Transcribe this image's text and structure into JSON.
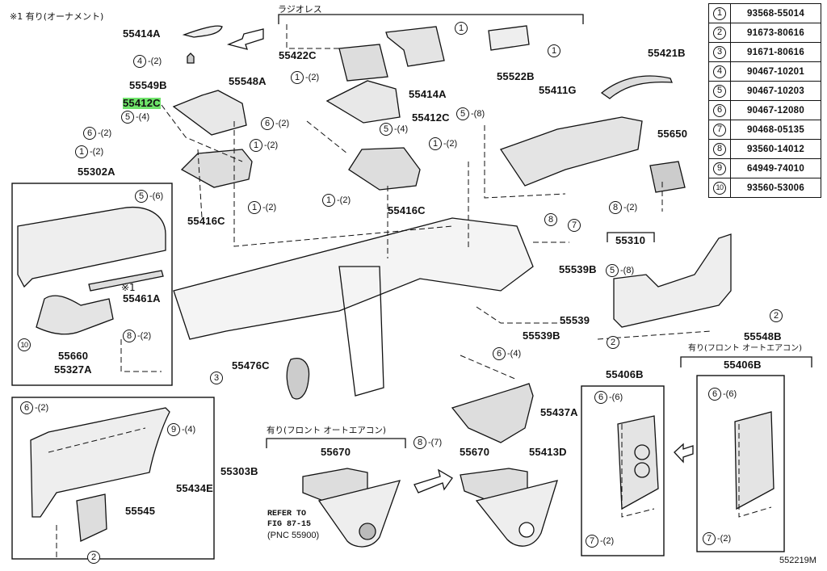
{
  "diagram": {
    "type": "exploded parts diagram",
    "subject": "Instrument panel / dashboard assembly",
    "figure_code": "552219M",
    "highlighted_part": "55412C"
  },
  "notes": {
    "ornament_note": "※1  有り(オーナメント)",
    "radio_less": "ラジオレス",
    "front_auto_ac_1": "有り(フロント オートエアコン)",
    "front_auto_ac_2": "有り(フロント  オートエアコン)",
    "front_auto_ac_3": "有り(フロント  オートエアコン)",
    "ornament_mark": "※1",
    "refer_line1": "REFER TO",
    "refer_line2": "FIG 87-15",
    "refer_line3": "(PNC 55900)"
  },
  "legend": [
    {
      "num": "1",
      "part": "93568-55014"
    },
    {
      "num": "2",
      "part": "91673-80616"
    },
    {
      "num": "3",
      "part": "91671-80616"
    },
    {
      "num": "4",
      "part": "90467-10201"
    },
    {
      "num": "5",
      "part": "90467-10203"
    },
    {
      "num": "6",
      "part": "90467-12080"
    },
    {
      "num": "7",
      "part": "90468-05135"
    },
    {
      "num": "8",
      "part": "93560-14012"
    },
    {
      "num": "9",
      "part": "64949-74010"
    },
    {
      "num": "10",
      "part": "93560-53006"
    }
  ],
  "part_labels": {
    "p55414A_top": "55414A",
    "p55549B": "55549B",
    "p55548A": "55548A",
    "p55412C_left": "55412C",
    "p55302A": "55302A",
    "p55416C_left": "55416C",
    "p55461A": "55461A",
    "p55660": "55660",
    "p55327A": "55327A",
    "p55422C": "55422C",
    "p55414A_mid": "55414A",
    "p55522B": "55522B",
    "p55412C_mid": "55412C",
    "p55416C_mid": "55416C",
    "p55411G": "55411G",
    "p55421B": "55421B",
    "p55650": "55650",
    "p55310": "55310",
    "p55539B_upper": "55539B",
    "p55539": "55539",
    "p55539B_lower": "55539B",
    "p55548B": "55548B",
    "p55476C": "55476C",
    "p55437A": "55437A",
    "p55303B": "55303B",
    "p55434E": "55434E",
    "p55545": "55545",
    "p55670_left": "55670",
    "p55670_right": "55670",
    "p55413D": "55413D",
    "p55406B_left": "55406B",
    "p55406B_right": "55406B"
  },
  "callouts": [
    {
      "num": "4",
      "qty": "(2)"
    },
    {
      "num": "5",
      "qty": "(4)"
    },
    {
      "num": "6",
      "qty": "(2)"
    },
    {
      "num": "1",
      "qty": "(2)"
    },
    {
      "num": "6",
      "qty": "(2)"
    },
    {
      "num": "1",
      "qty": "(2)"
    },
    {
      "num": "1",
      "qty": "(2)"
    },
    {
      "num": "5",
      "qty": "(6)"
    },
    {
      "num": "10",
      "qty": ""
    },
    {
      "num": "8",
      "qty": "(2)"
    },
    {
      "num": "3",
      "qty": ""
    },
    {
      "num": "1",
      "qty": "(2)"
    },
    {
      "num": "1",
      "qty": ""
    },
    {
      "num": "1",
      "qty": ""
    },
    {
      "num": "5",
      "qty": "(4)"
    },
    {
      "num": "1",
      "qty": "(2)"
    },
    {
      "num": "1",
      "qty": "(2)"
    },
    {
      "num": "5",
      "qty": "(8)"
    },
    {
      "num": "8",
      "qty": ""
    },
    {
      "num": "7",
      "qty": ""
    },
    {
      "num": "8",
      "qty": "(2)"
    },
    {
      "num": "5",
      "qty": "(8)"
    },
    {
      "num": "2",
      "qty": ""
    },
    {
      "num": "2",
      "qty": ""
    },
    {
      "num": "6",
      "qty": "(4)"
    },
    {
      "num": "8",
      "qty": "(7)"
    },
    {
      "num": "6",
      "qty": "(2)"
    },
    {
      "num": "9",
      "qty": "(4)"
    },
    {
      "num": "2",
      "qty": ""
    },
    {
      "num": "6",
      "qty": "(6)"
    },
    {
      "num": "7",
      "qty": "(2)"
    },
    {
      "num": "6",
      "qty": "(6)"
    },
    {
      "num": "7",
      "qty": "(2)"
    }
  ]
}
